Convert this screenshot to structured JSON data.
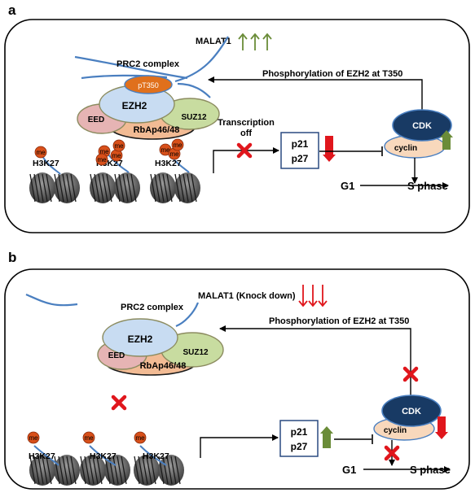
{
  "colors": {
    "rna": "#4a7fc0",
    "pt350": "#e0701c",
    "ezh2": "#c8dcf2",
    "suz12": "#c8dca0",
    "eed": "#e6b4b4",
    "rbap": "#f2bb94",
    "cdk": "#183a64",
    "cyclin": "#f8d8bc",
    "me": "#d8501a",
    "red": "#e0161c",
    "green": "#6a8c38"
  },
  "panel_a": {
    "label": "a",
    "malat1": "MALAT1",
    "prc2": "PRC2 complex",
    "pt350": "pT350",
    "ezh2": "EZH2",
    "suz12": "SUZ12",
    "eed": "EED",
    "rbap": "RbAp46/48",
    "phospho": "Phosphorylation of EZH2 at T350",
    "cdk": "CDK",
    "cyclin": "cyclin",
    "transcription": [
      "Transcription",
      "off"
    ],
    "p21": "p21",
    "p27": "p27",
    "g1": "G1",
    "s_phase": "S phase",
    "h3k27": [
      "H3K27",
      "H3K27",
      "H3K27"
    ],
    "me": "me"
  },
  "panel_b": {
    "label": "b",
    "malat1": "MALAT1 (Knock down)",
    "prc2": "PRC2 complex",
    "ezh2": "EZH2",
    "suz12": "SUZ12",
    "eed": "EED",
    "rbap": "RbAp46/48",
    "phospho": "Phosphorylation of EZH2 at T350",
    "cdk": "CDK",
    "cyclin": "cyclin",
    "p21": "p21",
    "p27": "p27",
    "g1": "G1",
    "s_phase": "S phase",
    "h3k27": [
      "H3K27",
      "H3K27",
      "H3K27"
    ],
    "me": "me"
  }
}
